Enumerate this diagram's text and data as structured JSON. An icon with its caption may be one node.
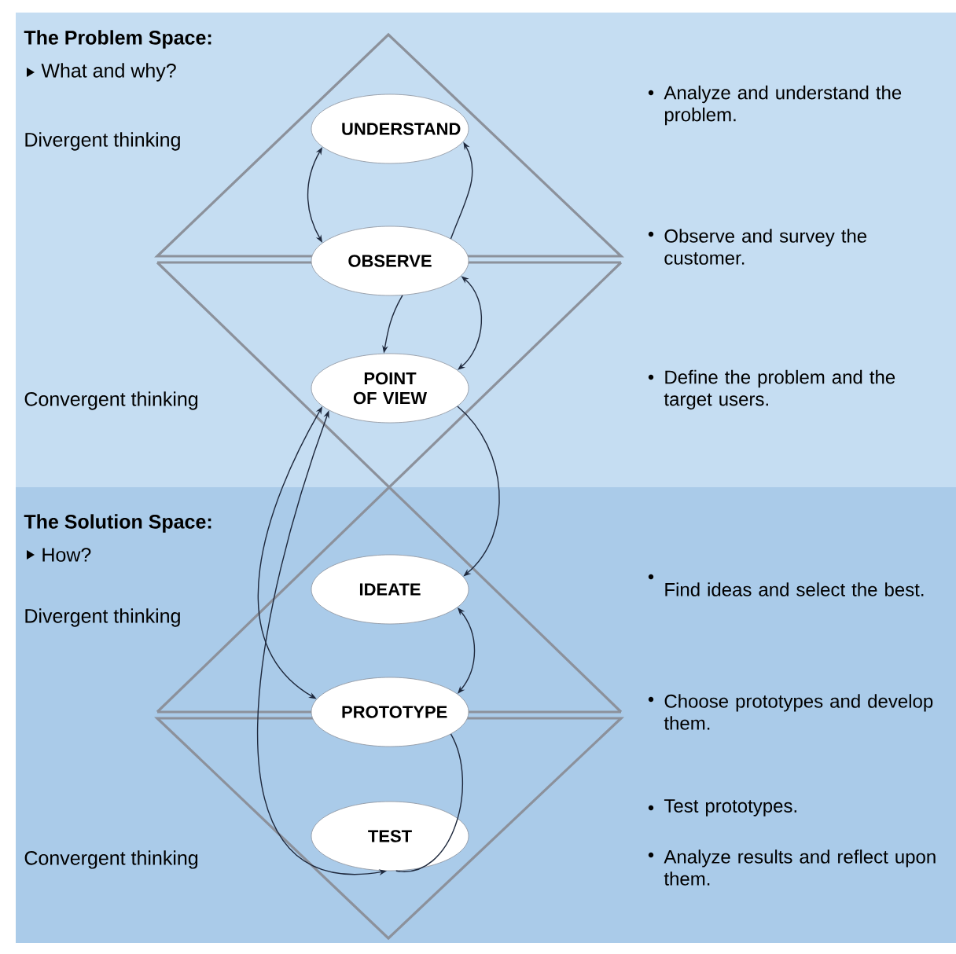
{
  "diagram": {
    "nodes": [
      {
        "text": [
          "UNDERSTAND"
        ]
      },
      {
        "text": [
          "OBSERVE"
        ]
      },
      {
        "text": [
          "POINT OF VIEW"
        ]
      },
      {
        "text": [
          "IDEATE"
        ]
      },
      {
        "text": [
          "PROTOTYPE"
        ]
      },
      {
        "text": [
          "TEST"
        ]
      }
    ],
    "edges": [
      {
        "from": 1,
        "to": 0,
        "arrow": "both"
      },
      {
        "from": 1,
        "to": 0,
        "arrow": "to"
      },
      {
        "from": 1,
        "to": 2,
        "arrow": "to"
      },
      {
        "from": 1,
        "to": 2,
        "arrow": "both"
      },
      {
        "from": 2,
        "to": 3,
        "arrow": "to"
      },
      {
        "from": 3,
        "to": 4,
        "arrow": "both"
      },
      {
        "from": 2,
        "to": 4,
        "arrow": "both"
      },
      {
        "from": 2,
        "to": 5,
        "arrow": "both"
      },
      {
        "from": 4,
        "to": 5,
        "arrow": "none"
      }
    ],
    "labels": [
      "The Problem Space:",
      "What and why?",
      "Divergent thinking",
      "Convergent thinking",
      "The Solution Space:",
      "How?",
      "Divergent thinking",
      "Convergent thinking",
      "Analyze and understand the problem.",
      "Observe and survey the customer.",
      "Define the problem and the target users.",
      "Find ideas and select the best.",
      "Choose prototypes and develop them.",
      "Test prototypes.",
      "Analyze results and reflect upon them."
    ]
  }
}
